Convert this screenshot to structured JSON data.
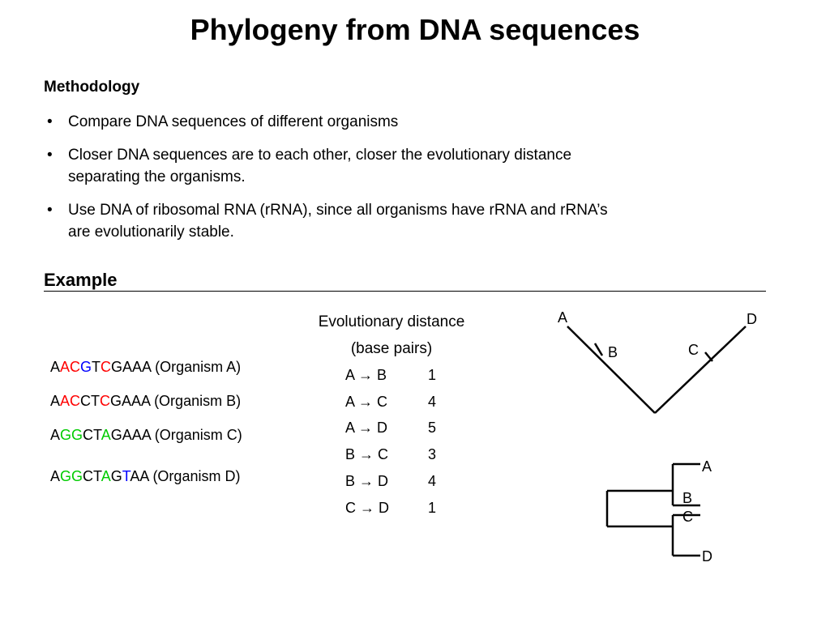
{
  "title": "Phylogeny from DNA sequences",
  "methodology": {
    "heading": "Methodology",
    "bullet_symbol": "•",
    "bullets": [
      "Compare DNA sequences of different organisms",
      "Closer DNA sequences are to each other, closer the evolutionary distance separating the organisms.",
      "Use DNA of ribosomal RNA (rRNA), since all organisms have rRNA and rRNA’s are evolutionarily stable."
    ]
  },
  "example": {
    "heading": "Example",
    "sequences": [
      {
        "segments": [
          {
            "t": "A",
            "c": "black"
          },
          {
            "t": "AC",
            "c": "red"
          },
          {
            "t": "G",
            "c": "blue"
          },
          {
            "t": "T",
            "c": "black"
          },
          {
            "t": "C",
            "c": "red"
          },
          {
            "t": "GAAA",
            "c": "black"
          }
        ],
        "label": " (Organism A)"
      },
      {
        "segments": [
          {
            "t": "A",
            "c": "black"
          },
          {
            "t": "AC",
            "c": "red"
          },
          {
            "t": "CT",
            "c": "black"
          },
          {
            "t": "C",
            "c": "red"
          },
          {
            "t": "GAAA",
            "c": "black"
          }
        ],
        "label": " (Organism B)"
      },
      {
        "segments": [
          {
            "t": "A",
            "c": "black"
          },
          {
            "t": "GG",
            "c": "green"
          },
          {
            "t": "CT",
            "c": "black"
          },
          {
            "t": "A",
            "c": "green"
          },
          {
            "t": "GAAA",
            "c": "black"
          }
        ],
        "label": " (Organism C)"
      },
      {
        "segments": [
          {
            "t": "A",
            "c": "black"
          },
          {
            "t": "GG",
            "c": "green"
          },
          {
            "t": "CT",
            "c": "black"
          },
          {
            "t": "A",
            "c": "green"
          },
          {
            "t": "G",
            "c": "black"
          },
          {
            "t": "T",
            "c": "blue"
          },
          {
            "t": "AA",
            "c": "black"
          }
        ],
        "label": " (Organism D)"
      }
    ],
    "distance": {
      "heading_line1": "Evolutionary distance",
      "heading_line2": "(base pairs)",
      "rows": [
        {
          "pair": "A → B",
          "value": "1"
        },
        {
          "pair": "A → C",
          "value": "4"
        },
        {
          "pair": "A → D",
          "value": "5"
        },
        {
          "pair": "B → C",
          "value": "3"
        },
        {
          "pair": "B → D",
          "value": "4"
        },
        {
          "pair": "C → D",
          "value": "1"
        }
      ]
    },
    "tree_v": {
      "labels": {
        "a": "A",
        "b": "B",
        "c": "C",
        "d": "D"
      }
    },
    "tree_rect": {
      "labels": {
        "a": "A",
        "b": "B",
        "c": "C",
        "d": "D"
      }
    }
  },
  "colors": {
    "black": "#000000",
    "red": "#ff0000",
    "blue": "#0000ff",
    "green": "#00cc00"
  }
}
